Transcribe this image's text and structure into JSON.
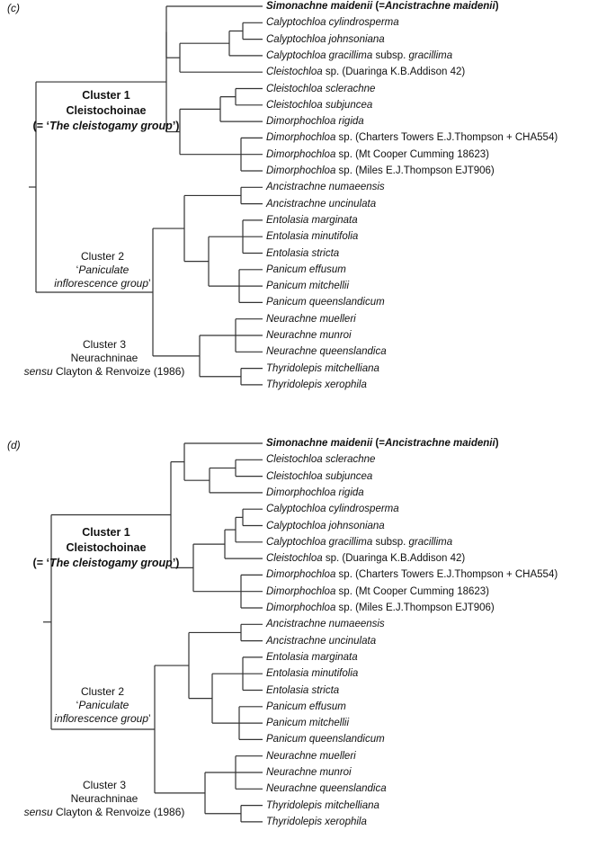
{
  "panels": [
    {
      "label": "(c)",
      "clusters": [
        {
          "name": "cluster1",
          "lines": [
            [
              {
                "t": "Cluster 1"
              }
            ],
            [
              {
                "t": "Cleistochoinae"
              }
            ],
            [
              {
                "t": "(= ‘"
              },
              {
                "t": "The cleistogamy group",
                "i": true
              },
              {
                "t": "’)"
              }
            ]
          ]
        },
        {
          "name": "cluster2",
          "lines": [
            [
              {
                "t": "Cluster 2"
              }
            ],
            [
              {
                "t": "‘"
              },
              {
                "t": "Paniculate",
                "i": true
              }
            ],
            [
              {
                "t": "inflorescence group",
                "i": true
              },
              {
                "t": "’"
              }
            ]
          ]
        },
        {
          "name": "cluster3",
          "lines": [
            [
              {
                "t": "Cluster 3"
              }
            ],
            [
              {
                "t": "Neurachninae"
              }
            ],
            [
              {
                "t": "sensu",
                "i": true
              },
              {
                "t": " Clayton & Renvoize (1986)"
              }
            ]
          ]
        }
      ],
      "taxa": [
        {
          "genus": "Simonachne maidenii",
          "rest": " (=Ancistrachne maidenii)",
          "bold": true
        },
        {
          "genus": "Calyptochloa cylindrosperma",
          "rest": ""
        },
        {
          "genus": "Calyptochloa johnsoniana",
          "rest": ""
        },
        {
          "genus": "Calyptochloa gracillima",
          "rest": " subsp. ",
          "genus2": "gracillima"
        },
        {
          "genus": "Cleistochloa",
          "rest": " sp. (Duaringa K.B.Addison 42)"
        },
        {
          "genus": "Cleistochloa sclerachne",
          "rest": ""
        },
        {
          "genus": "Cleistochloa subjuncea",
          "rest": ""
        },
        {
          "genus": "Dimorphochloa rigida",
          "rest": ""
        },
        {
          "genus": "Dimorphochloa",
          "rest": " sp. (Charters Towers E.J.Thompson + CHA554)"
        },
        {
          "genus": "Dimorphochloa",
          "rest": " sp. (Mt Cooper Cumming 18623)"
        },
        {
          "genus": "Dimorphochloa",
          "rest": " sp. (Miles E.J.Thompson EJT906)"
        },
        {
          "genus": "Ancistrachne numaeensis",
          "rest": ""
        },
        {
          "genus": "Ancistrachne uncinulata",
          "rest": ""
        },
        {
          "genus": "Entolasia marginata",
          "rest": ""
        },
        {
          "genus": "Entolasia minutifolia",
          "rest": ""
        },
        {
          "genus": "Entolasia stricta",
          "rest": ""
        },
        {
          "genus": "Panicum effusum",
          "rest": ""
        },
        {
          "genus": "Panicum mitchellii",
          "rest": ""
        },
        {
          "genus": "Panicum queenslandicum",
          "rest": ""
        },
        {
          "genus": "Neurachne muelleri",
          "rest": ""
        },
        {
          "genus": "Neurachne munroi",
          "rest": ""
        },
        {
          "genus": "Neurachne queenslandica",
          "rest": ""
        },
        {
          "genus": "Thyridolepis mitchelliana",
          "rest": ""
        },
        {
          "genus": "Thyridolepis xerophila",
          "rest": ""
        }
      ]
    },
    {
      "label": "(d)",
      "clusters": [
        {
          "name": "cluster1",
          "lines": [
            [
              {
                "t": "Cluster 1"
              }
            ],
            [
              {
                "t": "Cleistochoinae"
              }
            ],
            [
              {
                "t": "(= ‘"
              },
              {
                "t": "The cleistogamy group",
                "i": true
              },
              {
                "t": "’)"
              }
            ]
          ]
        },
        {
          "name": "cluster2",
          "lines": [
            [
              {
                "t": "Cluster 2"
              }
            ],
            [
              {
                "t": "‘"
              },
              {
                "t": "Paniculate",
                "i": true
              }
            ],
            [
              {
                "t": "inflorescence group",
                "i": true
              },
              {
                "t": "’"
              }
            ]
          ]
        },
        {
          "name": "cluster3",
          "lines": [
            [
              {
                "t": "Cluster 3"
              }
            ],
            [
              {
                "t": "Neurachninae"
              }
            ],
            [
              {
                "t": "sensu",
                "i": true
              },
              {
                "t": " Clayton & Renvoize (1986)"
              }
            ]
          ]
        }
      ],
      "taxa": [
        {
          "genus": "Simonachne maidenii",
          "rest": " (=Ancistrachne maidenii)",
          "bold": true
        },
        {
          "genus": "Cleistochloa sclerachne",
          "rest": ""
        },
        {
          "genus": "Cleistochloa subjuncea",
          "rest": ""
        },
        {
          "genus": "Dimorphochloa rigida",
          "rest": ""
        },
        {
          "genus": "Calyptochloa cylindrosperma",
          "rest": ""
        },
        {
          "genus": "Calyptochloa johnsoniana",
          "rest": ""
        },
        {
          "genus": "Calyptochloa gracillima",
          "rest": " subsp. ",
          "genus2": "gracillima"
        },
        {
          "genus": "Cleistochloa",
          "rest": " sp. (Duaringa K.B.Addison 42)"
        },
        {
          "genus": "Dimorphochloa",
          "rest": " sp. (Charters Towers E.J.Thompson + CHA554)"
        },
        {
          "genus": "Dimorphochloa",
          "rest": " sp. (Mt Cooper Cumming 18623)"
        },
        {
          "genus": "Dimorphochloa",
          "rest": " sp. (Miles E.J.Thompson EJT906)"
        },
        {
          "genus": "Ancistrachne numaeensis",
          "rest": ""
        },
        {
          "genus": "Ancistrachne uncinulata",
          "rest": ""
        },
        {
          "genus": "Entolasia marginata",
          "rest": ""
        },
        {
          "genus": "Entolasia minutifolia",
          "rest": ""
        },
        {
          "genus": "Entolasia stricta",
          "rest": ""
        },
        {
          "genus": "Panicum effusum",
          "rest": ""
        },
        {
          "genus": "Panicum mitchellii",
          "rest": ""
        },
        {
          "genus": "Panicum queenslandicum",
          "rest": ""
        },
        {
          "genus": "Neurachne muelleri",
          "rest": ""
        },
        {
          "genus": "Neurachne munroi",
          "rest": ""
        },
        {
          "genus": "Neurachne queenslandica",
          "rest": ""
        },
        {
          "genus": "Thyridolepis mitchelliana",
          "rest": ""
        },
        {
          "genus": "Thyridolepis xerophila",
          "rest": ""
        }
      ]
    }
  ]
}
